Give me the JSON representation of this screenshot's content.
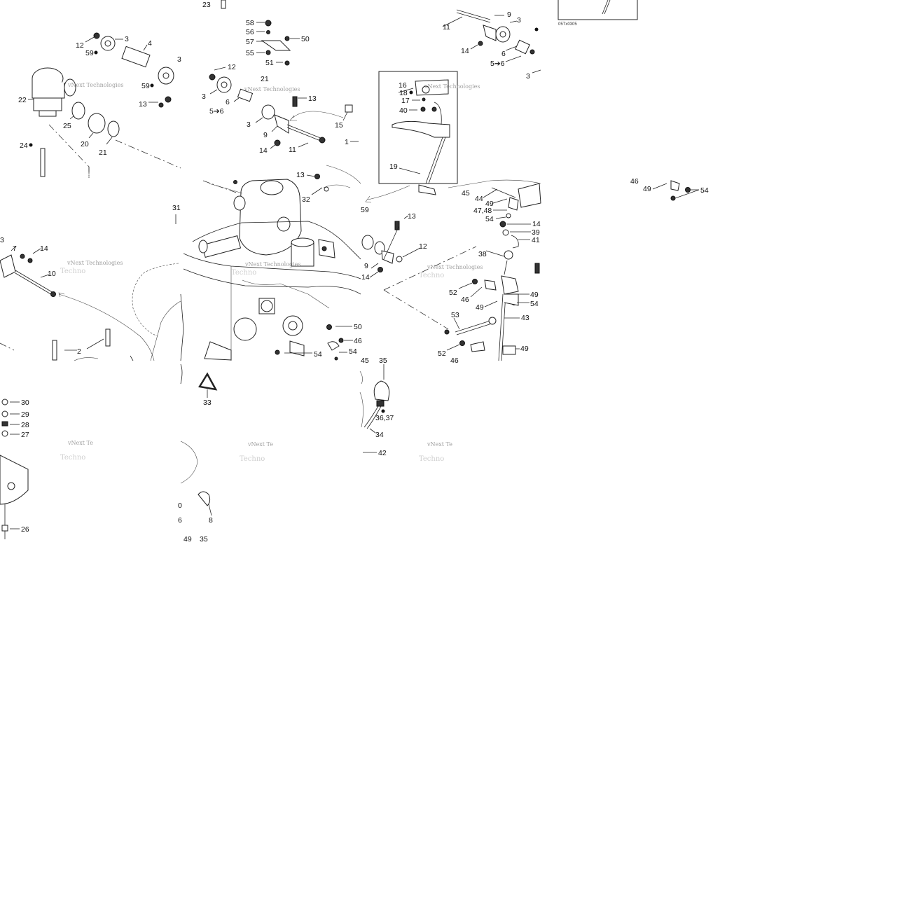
{
  "diagram": {
    "code": "05Tx0305",
    "watermark_line1": "vNext Technologies",
    "watermark_short": "vNext Te",
    "watermark_back": "Techno",
    "callouts": {
      "c1": "12",
      "c2": "3",
      "c3": "4",
      "c4": "59",
      "c5": "3",
      "c6": "59",
      "c7": "13",
      "c8": "22",
      "c9": "25",
      "c10": "20",
      "c11": "21",
      "c12": "24",
      "c13": "23",
      "c14": "58",
      "c15": "56",
      "c16": "57",
      "c17": "50",
      "c18": "55",
      "c19": "51",
      "c20": "12",
      "c21": "21",
      "c22": "13",
      "c23": "3",
      "c24": "6",
      "c25": "5➔6",
      "c26": "3",
      "c27": "9",
      "c28": "14",
      "c29": "11",
      "c30": "15",
      "c31": "1",
      "c32": "9",
      "c33": "11",
      "c34": "3",
      "c35": "14",
      "c36": "6",
      "c37": "5➔6",
      "c38": "3",
      "c39": "16",
      "c40": "18",
      "c41": "17",
      "c42": "40",
      "c43": "19",
      "c44": "46",
      "c45": "49",
      "c46": "54",
      "c47": "31",
      "c48": "13",
      "c49": "32",
      "c50": "59",
      "c51": "13",
      "c52": "12",
      "c53": "9",
      "c54": "14",
      "c55": "7",
      "c56": "14",
      "c57": "10",
      "c58": "2",
      "c59": "45",
      "c60": "44",
      "c61": "49",
      "c62": "47,48",
      "c63": "54",
      "c64": "14",
      "c65": "39",
      "c66": "41",
      "c67": "38",
      "c68": "52",
      "c69": "46",
      "c70": "49",
      "c71": "49",
      "c72": "54",
      "c73": "53",
      "c74": "43",
      "c75": "52",
      "c76": "46",
      "c77": "49",
      "c78": "50",
      "c79": "46",
      "c80": "54",
      "c81": "54",
      "c82": "30",
      "c83": "29",
      "c84": "28",
      "c85": "27",
      "c86": "26",
      "c87": "33",
      "c88": "8",
      "c89": "0",
      "c90": "6",
      "c91": "49",
      "c92": "35",
      "c93": "35",
      "c94": "45",
      "c95": "36,37",
      "c96": "34",
      "c97": "42"
    }
  }
}
